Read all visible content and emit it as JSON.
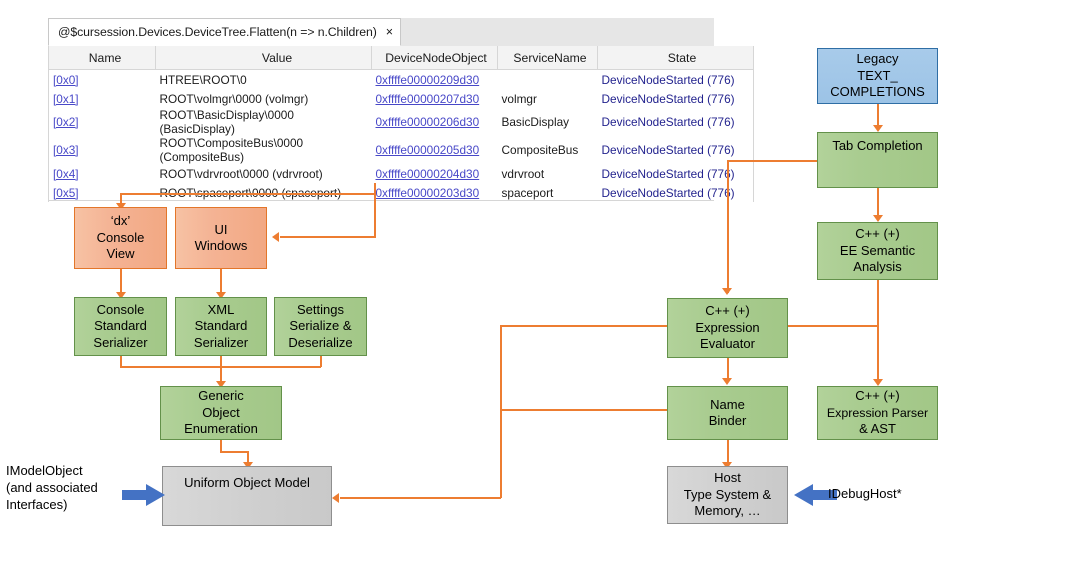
{
  "debugger_window": {
    "tab": {
      "label": "@$cursession.Devices.DeviceTree.Flatten(n => n.Children)",
      "close": "×"
    },
    "columns": [
      "Name",
      "Value",
      "DeviceNodeObject",
      "ServiceName",
      "State"
    ],
    "rows": [
      {
        "name": "[0x0]",
        "value": "HTREE\\ROOT\\0",
        "device_node_object": "0xffffe00000209d30",
        "service_name": "",
        "state": "DeviceNodeStarted (776)"
      },
      {
        "name": "[0x1]",
        "value": "ROOT\\volmgr\\0000 (volmgr)",
        "device_node_object": "0xffffe00000207d30",
        "service_name": "volmgr",
        "state": "DeviceNodeStarted (776)"
      },
      {
        "name": "[0x2]",
        "value": "ROOT\\BasicDisplay\\0000 (BasicDisplay)",
        "device_node_object": "0xffffe00000206d30",
        "service_name": "BasicDisplay",
        "state": "DeviceNodeStarted (776)"
      },
      {
        "name": "[0x3]",
        "value": "ROOT\\CompositeBus\\0000 (CompositeBus)",
        "device_node_object": "0xffffe00000205d30",
        "service_name": "CompositeBus",
        "state": "DeviceNodeStarted (776)"
      },
      {
        "name": "[0x4]",
        "value": "ROOT\\vdrvroot\\0000 (vdrvroot)",
        "device_node_object": "0xffffe00000204d30",
        "service_name": "vdrvroot",
        "state": "DeviceNodeStarted (776)"
      },
      {
        "name": "[0x5]",
        "value": "ROOT\\spaceport\\0000 (spaceport)",
        "device_node_object": "0xffffe00000203d30",
        "service_name": "spaceport",
        "state": "DeviceNodeStarted (776)"
      }
    ]
  },
  "diagram": {
    "nodes": {
      "dx_console_view": {
        "lines": [
          "‘dx’",
          "Console",
          "View"
        ],
        "color": "orange"
      },
      "ui_windows": {
        "lines": [
          "UI",
          "Windows"
        ],
        "color": "orange"
      },
      "console_serializer": {
        "lines": [
          "Console",
          "Standard",
          "Serializer"
        ],
        "color": "green"
      },
      "xml_serializer": {
        "lines": [
          "XML",
          "Standard",
          "Serializer"
        ],
        "color": "green"
      },
      "settings_serialize": {
        "lines": [
          "Settings",
          "Serialize &",
          "Deserialize"
        ],
        "color": "green"
      },
      "generic_object_enum": {
        "lines": [
          "Generic",
          "Object",
          "Enumeration"
        ],
        "color": "green"
      },
      "uniform_object_model": {
        "lines": [
          "Uniform Object Model"
        ],
        "color": "grey"
      },
      "legacy_text_completions": {
        "lines": [
          "Legacy",
          "TEXT_",
          "COMPLETIONS"
        ],
        "color": "blue"
      },
      "tab_completion": {
        "lines": [
          "Tab Completion"
        ],
        "color": "green"
      },
      "ee_semantic_analysis": {
        "lines": [
          "C++ (+)",
          "EE Semantic",
          "Analysis"
        ],
        "color": "green"
      },
      "expression_evaluator": {
        "lines": [
          "C++ (+)",
          "Expression",
          "Evaluator"
        ],
        "color": "green"
      },
      "name_binder": {
        "lines": [
          "Name",
          "Binder"
        ],
        "color": "green"
      },
      "expression_parser_ast": {
        "lines": [
          "C++ (+)",
          "Expression Parser",
          "& AST"
        ],
        "color": "green"
      },
      "host_type_system": {
        "lines": [
          "Host",
          "Type System &",
          "Memory, …"
        ],
        "color": "grey"
      }
    },
    "annotations": {
      "imodelobject": "IModelObject\n(and associated\nInterfaces)",
      "idebughost": "IDebugHost*"
    },
    "colors": {
      "connector": "#ed7d31",
      "blue_arrow": "#4472c4",
      "green_fill": "#a9d08e",
      "green_border": "#63914a",
      "orange_fill": "#f4b183",
      "orange_border": "#e3762a",
      "blue_fill": "#9dc3e6",
      "blue_border": "#2f6ea5",
      "grey_fill": "#d0cece",
      "grey_border": "#8e8e8e"
    }
  }
}
